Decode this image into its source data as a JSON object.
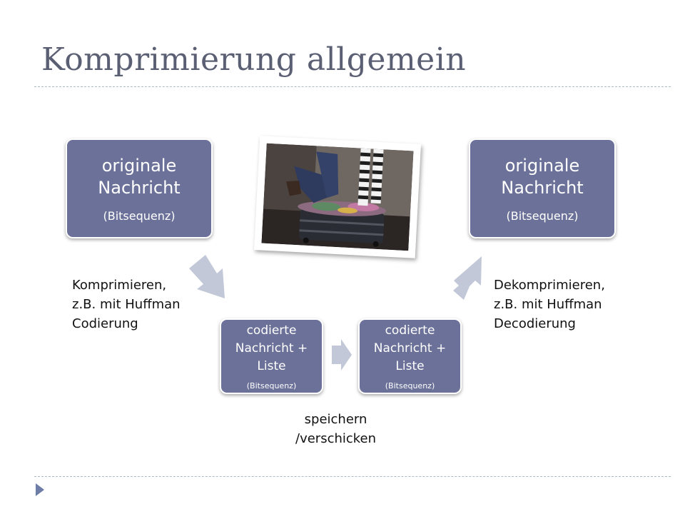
{
  "slide": {
    "title": "Komprimierung allgemein"
  },
  "boxes": {
    "original_in": {
      "main": "originale Nachricht",
      "sub": "(Bitsequenz)"
    },
    "coded_1": {
      "main": "codierte Nachricht + Liste",
      "sub": "(Bitsequenz)"
    },
    "coded_2": {
      "main": "codierte Nachricht + Liste",
      "sub": "(Bitsequenz)"
    },
    "original_out": {
      "main": "originale Nachricht",
      "sub": "(Bitsequenz)"
    }
  },
  "captions": {
    "compress": "Komprimieren,\nz.B. mit Huffman\nCodierung",
    "decompress": "Dekomprimieren,\nz.B. mit Huffman\nDecodierung",
    "store": "speichern\n/verschicken"
  },
  "colors": {
    "box_fill": "#6b7199",
    "arrow_fill": "#c2c8d8",
    "title_color": "#5b5f73",
    "footer_arrow": "#6e7da8"
  },
  "image": {
    "icon": "packing-suitcase-photo"
  }
}
